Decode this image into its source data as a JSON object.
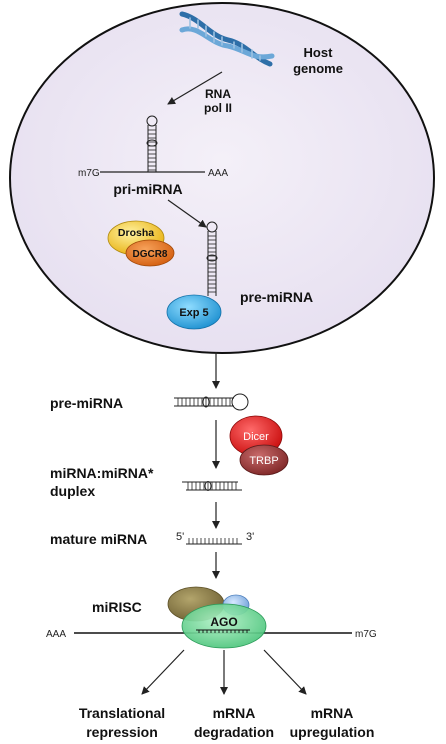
{
  "nucleus": {
    "host_genome_line1": "Host",
    "host_genome_line2": "genome",
    "rna_pol_line1": "RNA",
    "rna_pol_line2": "pol II",
    "m7g_left": "m7G",
    "aaa_right": "AAA",
    "pri_mirna": "pri-miRNA",
    "drosha": "Drosha",
    "dgcr8": "DGCR8",
    "pre_mirna": "pre-miRNA",
    "exp5": "Exp 5"
  },
  "cytoplasm": {
    "pre_mirna": "pre-miRNA",
    "dicer": "Dicer",
    "trbp": "TRBP",
    "duplex_line1": "miRNA:miRNA*",
    "duplex_line2": "duplex",
    "mature_mirna": "mature miRNA",
    "five_prime": "5'",
    "three_prime": "3'",
    "mirisc": "miRISC",
    "ago": "AGO",
    "aaa_left": "AAA",
    "m7g_right": "m7G"
  },
  "outcomes": {
    "translational_line1": "Translational",
    "translational_line2": "repression",
    "degradation_line1": "mRNA",
    "degradation_line2": "degradation",
    "upregulation_line1": "mRNA",
    "upregulation_line2": "upregulation"
  },
  "colors": {
    "nucleus_fill": "#ece6f3",
    "drosha": "#f2c12e",
    "dgcr8": "#e0701e",
    "exp5": "#2fa8e0",
    "dicer": "#e01b1b",
    "trbp": "#9a3636",
    "ago": "#5ccd8a",
    "olive": "#8a7a45",
    "light_blue": "#8fb8e8",
    "dna_blue": "#2e6fa8"
  }
}
